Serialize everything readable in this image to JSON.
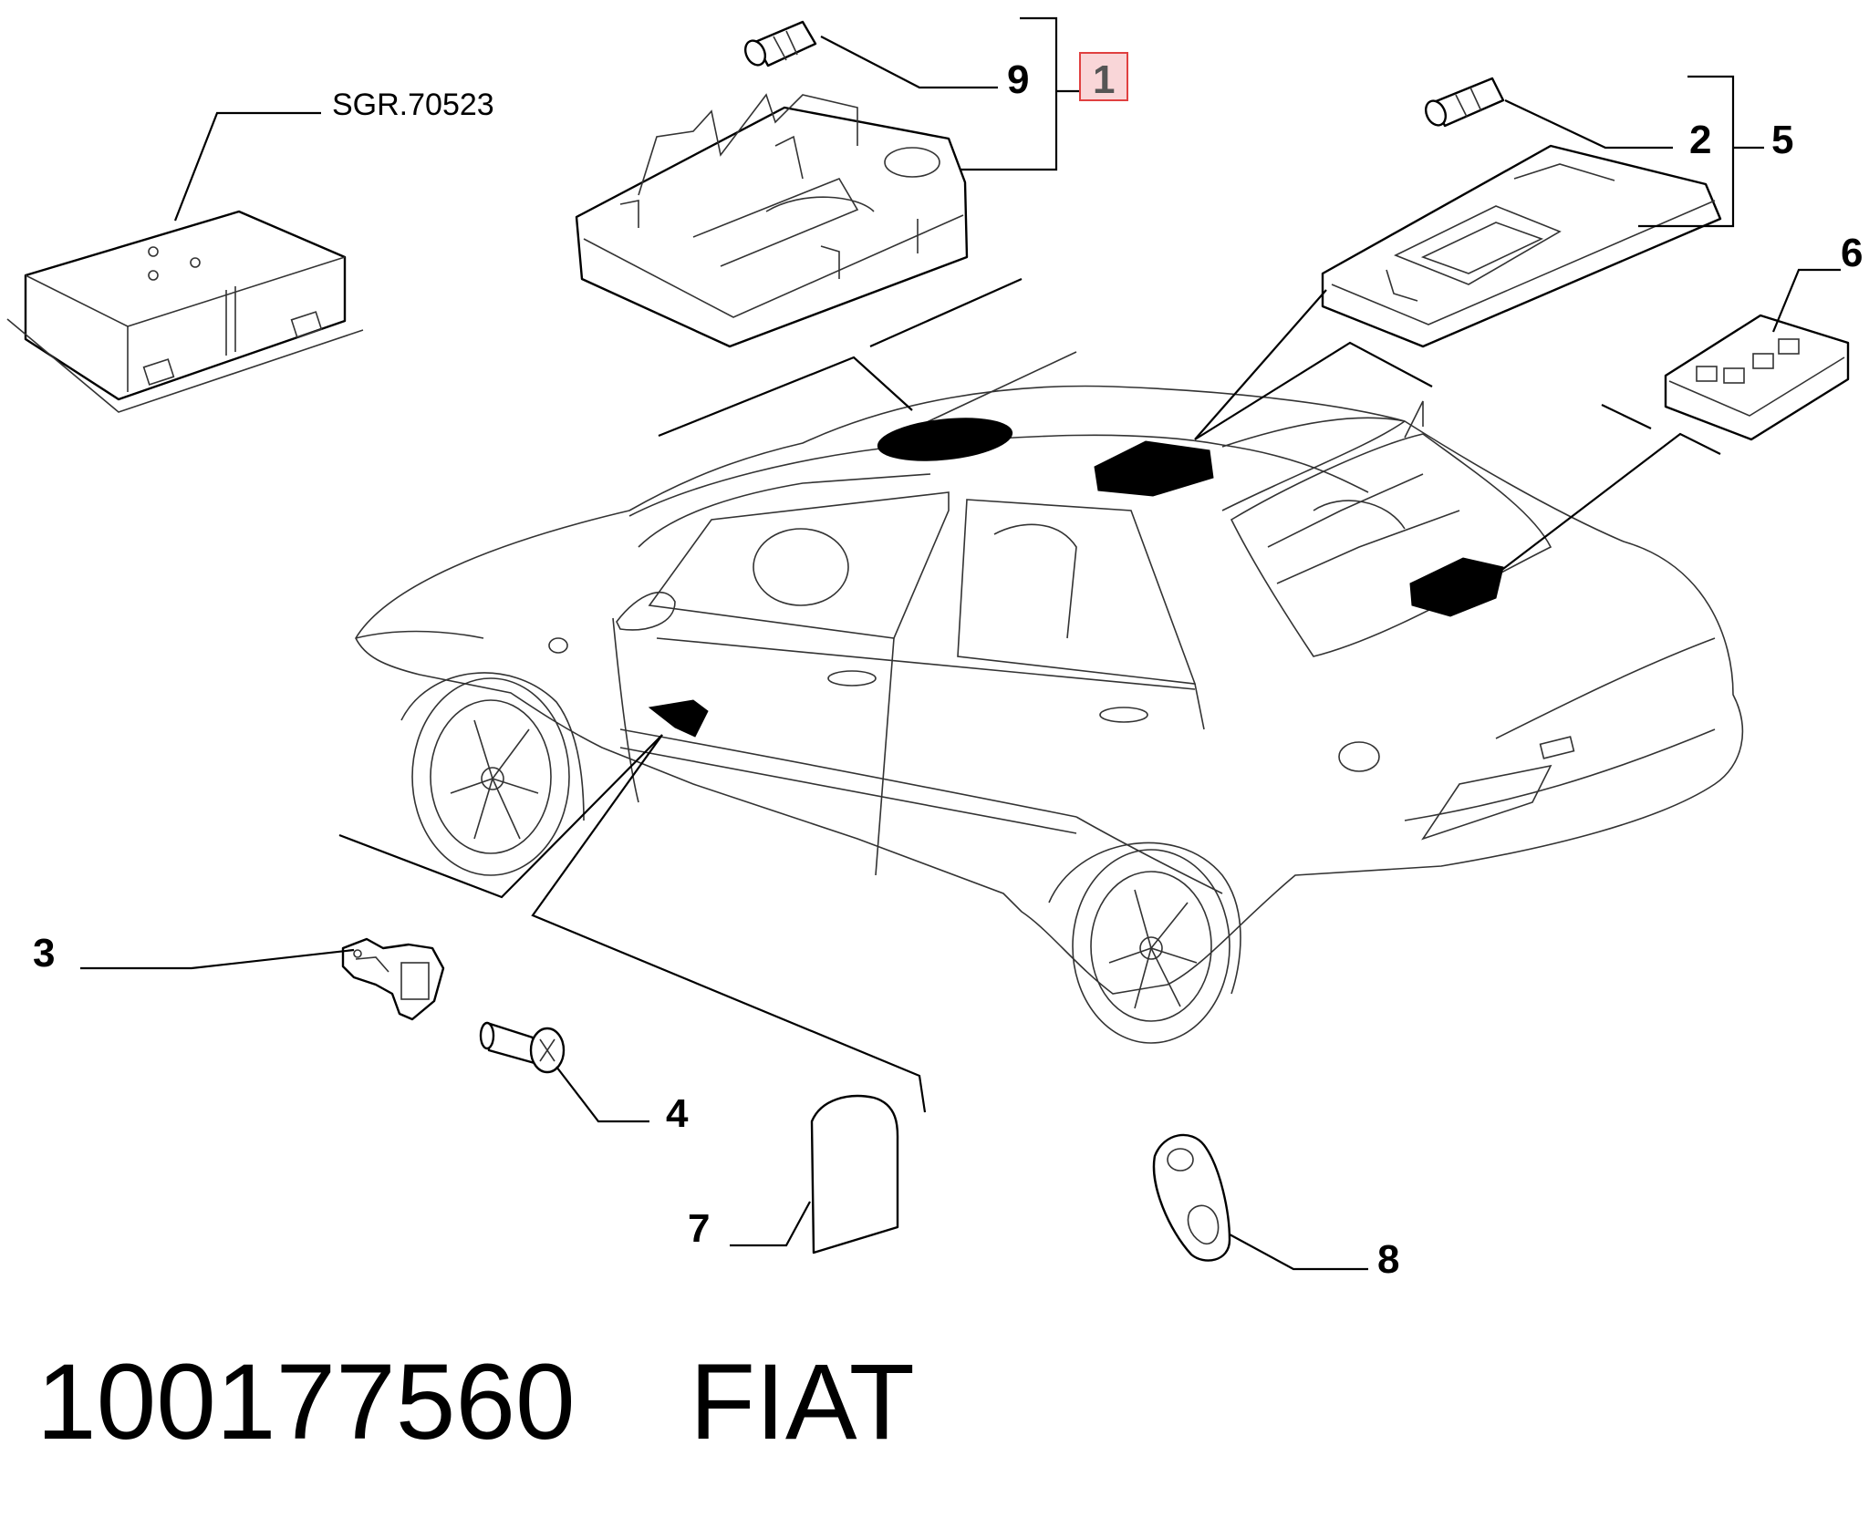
{
  "diagram": {
    "reference_label": "SGR.70523",
    "callouts": [
      {
        "id": "1",
        "label": "1",
        "highlighted": true
      },
      {
        "id": "2",
        "label": "2"
      },
      {
        "id": "3",
        "label": "3"
      },
      {
        "id": "4",
        "label": "4"
      },
      {
        "id": "5",
        "label": "5"
      },
      {
        "id": "6",
        "label": "6"
      },
      {
        "id": "7",
        "label": "7"
      },
      {
        "id": "8",
        "label": "8"
      },
      {
        "id": "9",
        "label": "9"
      }
    ],
    "highlight_color": "#e04040",
    "highlight_fill": "#f9d6d8"
  },
  "footer": {
    "part_number": "100177560",
    "brand": "FIAT"
  }
}
